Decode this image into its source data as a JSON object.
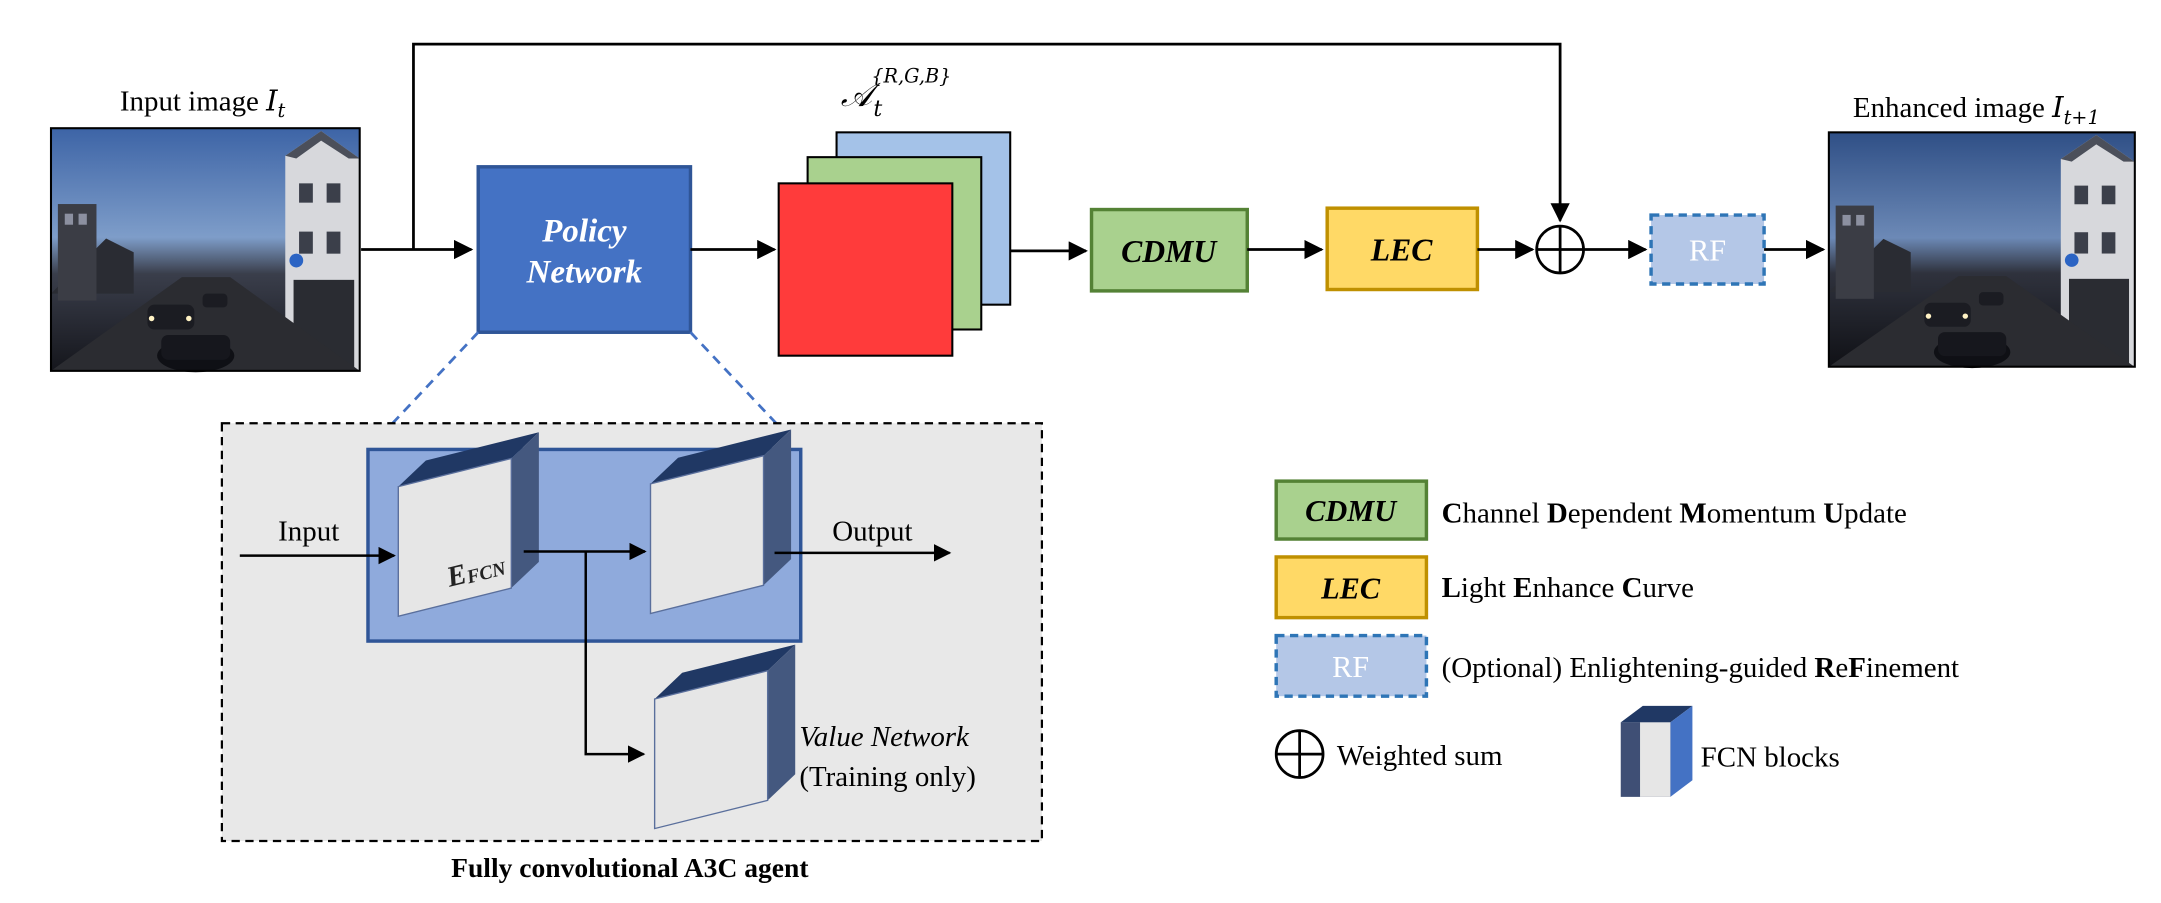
{
  "input_image": {
    "label": "Input image ",
    "var": "I",
    "sub": "t"
  },
  "enhanced_image": {
    "label": "Enhanced image ",
    "var": "I",
    "sub": "t+1"
  },
  "policy_network": {
    "line1": "Policy",
    "line2": "Network"
  },
  "action_maps": {
    "symbol": "𝒜",
    "sub": "t",
    "sup": "{R,G,B}"
  },
  "blocks": {
    "cdmu": "CDMU",
    "lec": "LEC",
    "rf": "RF"
  },
  "agent": {
    "input": "Input",
    "output": "Output",
    "efcn_main": "E",
    "efcn_sub": "FCN",
    "value_network": "Value Network",
    "training_only": "(Training only)",
    "caption": "Fully convolutional A3C agent"
  },
  "legend": {
    "cdmu": {
      "key": "CDMU",
      "parts": [
        {
          "t": "C",
          "b": true
        },
        {
          "t": "hannel ",
          "b": false
        },
        {
          "t": "D",
          "b": true
        },
        {
          "t": "ependent ",
          "b": false
        },
        {
          "t": "M",
          "b": true
        },
        {
          "t": "omentum ",
          "b": false
        },
        {
          "t": "U",
          "b": true
        },
        {
          "t": "pdate",
          "b": false
        }
      ]
    },
    "lec": {
      "key": "LEC",
      "parts": [
        {
          "t": "L",
          "b": true
        },
        {
          "t": "ight ",
          "b": false
        },
        {
          "t": "E",
          "b": true
        },
        {
          "t": "nhance ",
          "b": false
        },
        {
          "t": "C",
          "b": true
        },
        {
          "t": "urve",
          "b": false
        }
      ]
    },
    "rf": {
      "key": "RF",
      "parts": [
        {
          "t": "(Optional) Enlightening-guided ",
          "b": false
        },
        {
          "t": "R",
          "b": true
        },
        {
          "t": "e",
          "b": false
        },
        {
          "t": "F",
          "b": true
        },
        {
          "t": "inement",
          "b": false
        }
      ]
    },
    "weighted_sum": "Weighted sum",
    "fcn_blocks": "FCN blocks"
  },
  "colors": {
    "policy_blue": "#4472c4",
    "policy_border": "#2f5597",
    "cdmu_green": "#a9d18e",
    "cdmu_border": "#548235",
    "lec_yellow": "#ffd966",
    "lec_border": "#bf9000",
    "rf_fill": "#b4c7e7",
    "rf_border": "#2e75b6",
    "map_red": "#ff3b3b",
    "map_green": "#a9d18e",
    "map_blue": "#a4c2e8",
    "agent_bg": "#e8e8e8",
    "agent_inner": "#8faadc",
    "block_front": "#e6e6e6",
    "block_top": "#203864",
    "block_side": "#44587f"
  },
  "icons": [
    "photo-icon",
    "plus-circle-icon",
    "arrow-icon",
    "fcn-block-icon"
  ]
}
